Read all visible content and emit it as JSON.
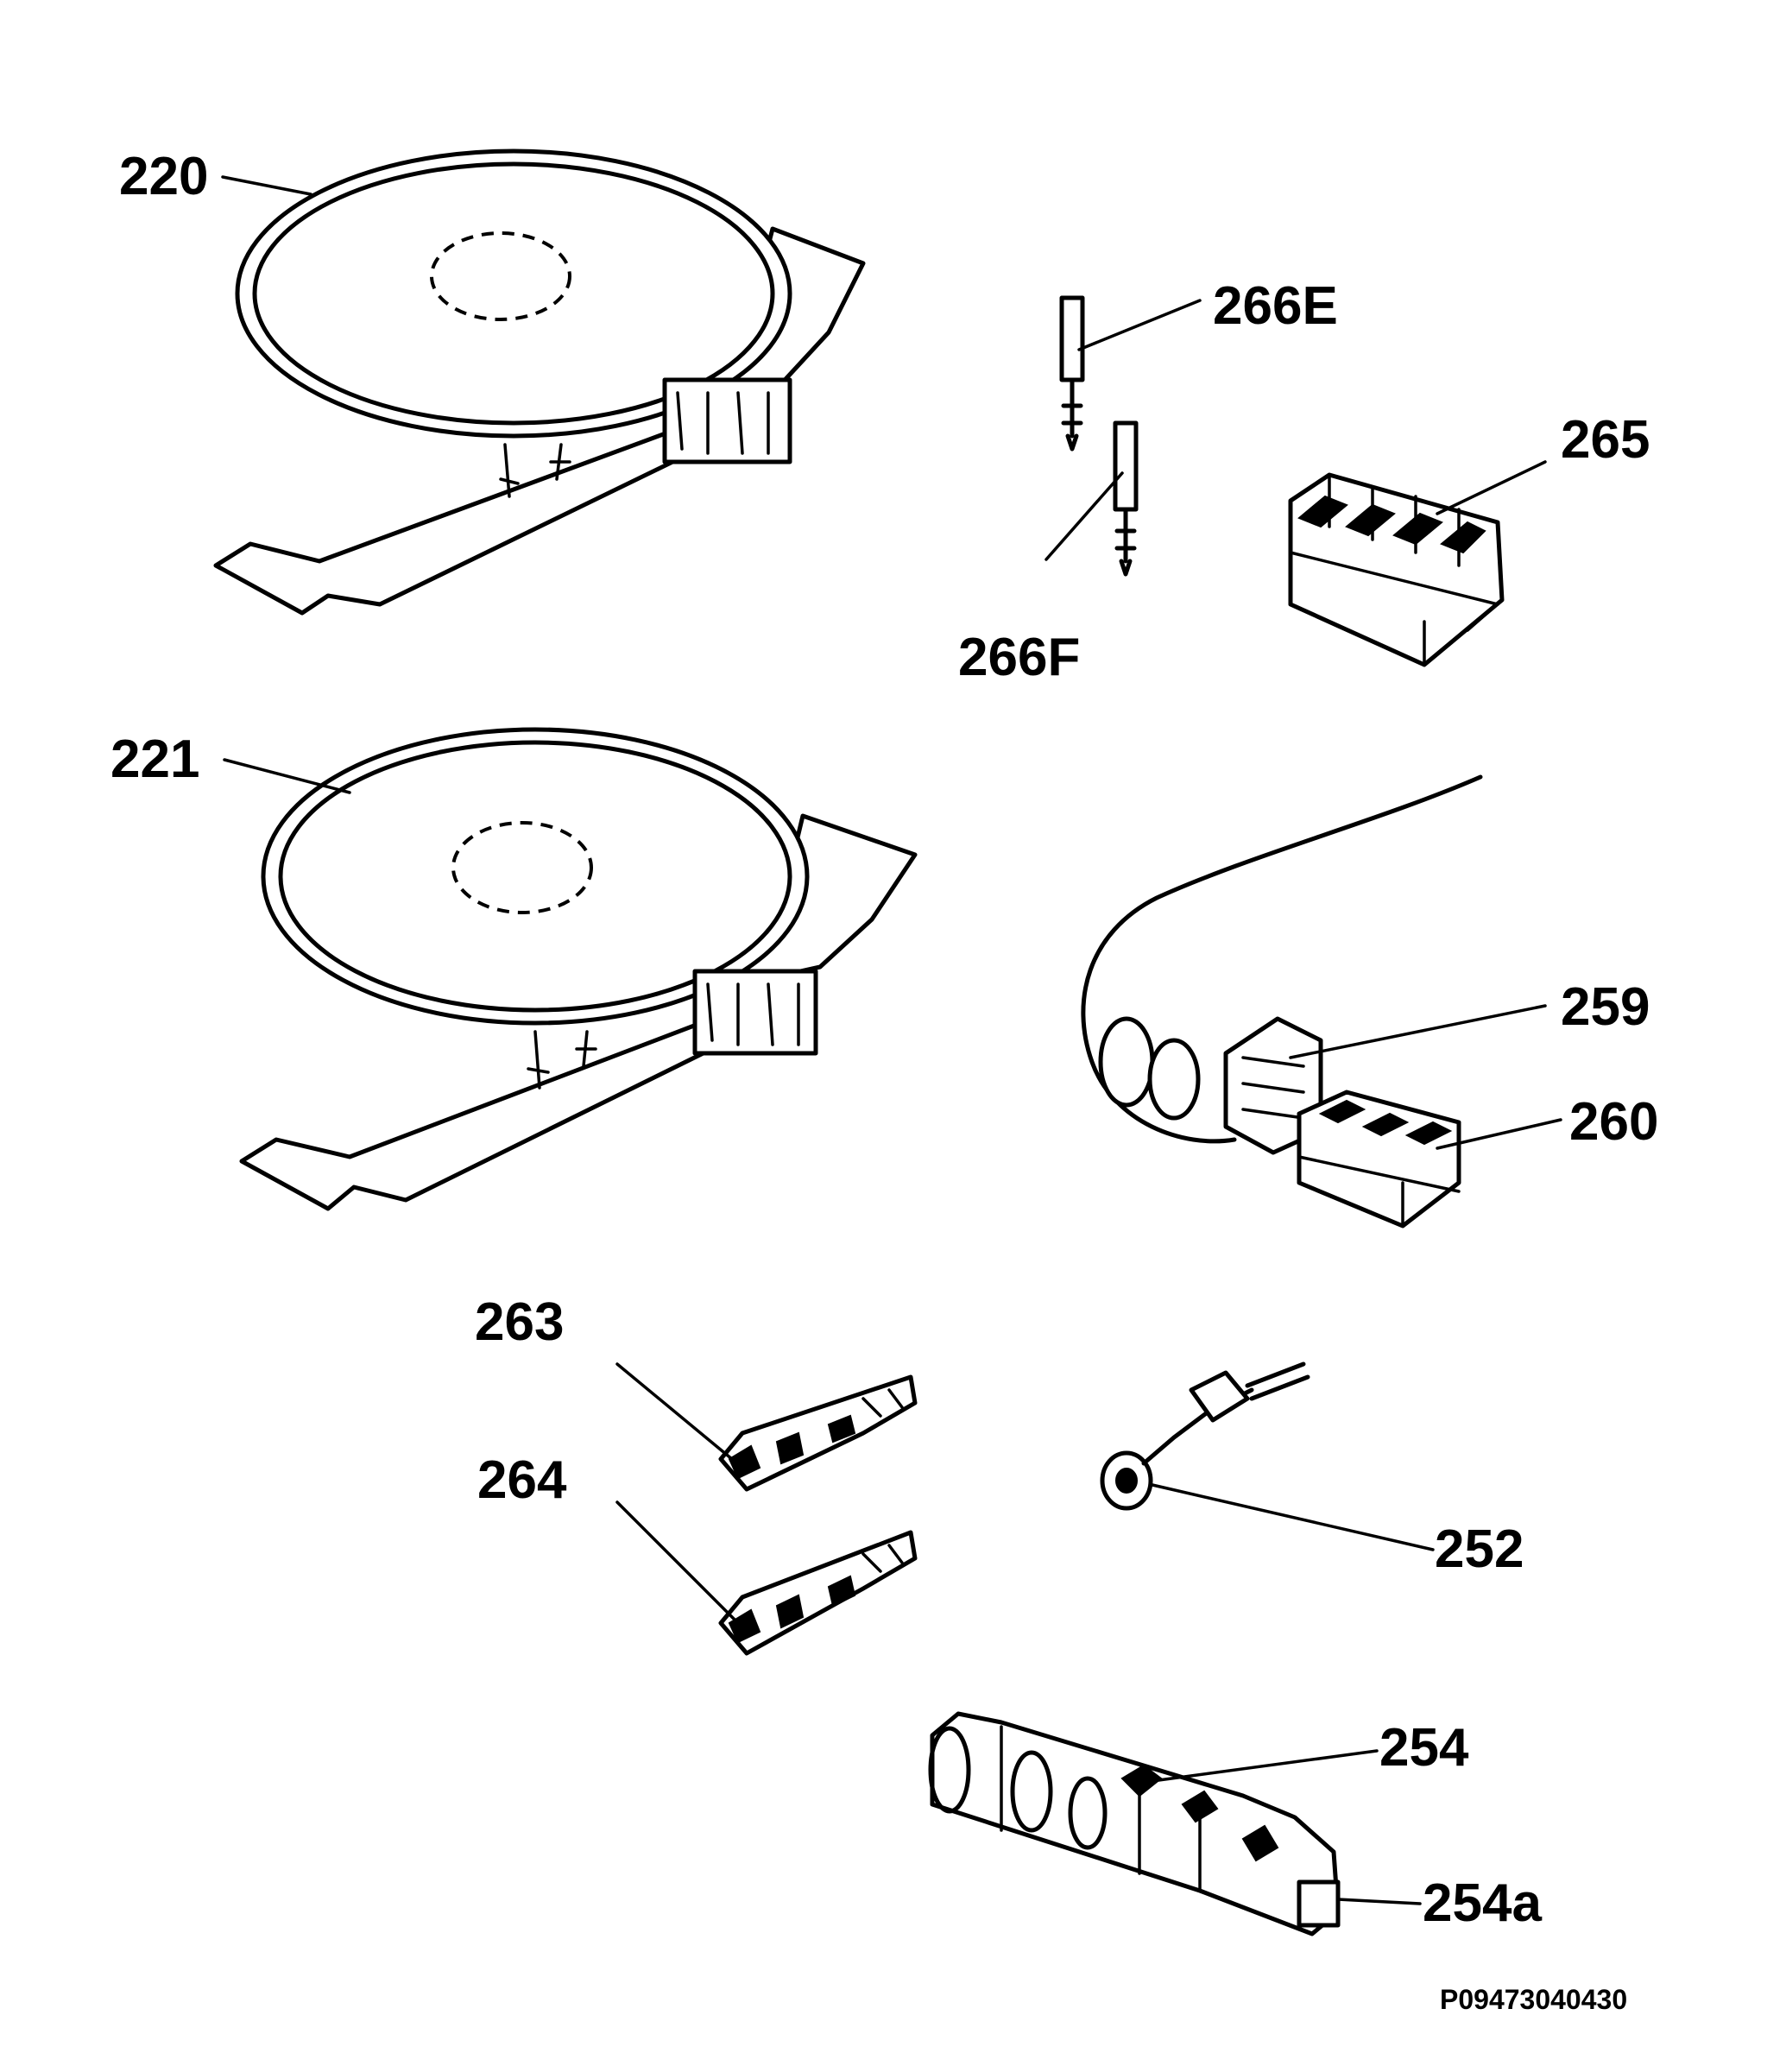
{
  "diagram": {
    "labels": {
      "220": "220",
      "221": "221",
      "266E": "266E",
      "266F": "266F",
      "265": "265",
      "259": "259",
      "260": "260",
      "263": "263",
      "264": "264",
      "252": "252",
      "254": "254",
      "254a": "254a"
    },
    "drawing_code": "P09473040430"
  }
}
